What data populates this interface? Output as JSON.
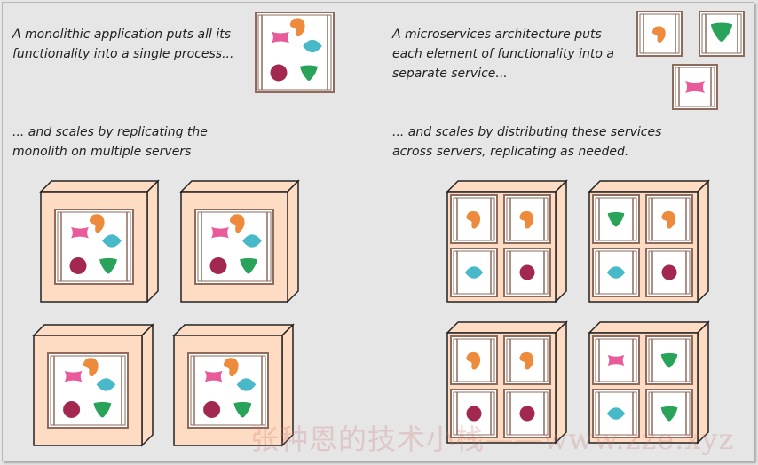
{
  "captions": {
    "monolith_process": "A monolithic application puts all its\nfunctionality into a single process...",
    "monolith_scale": "... and scales by replicating the\nmonolith on multiple servers",
    "micro_process": "A microservices architecture puts\neach element of functionality into a\nseparate service...",
    "micro_scale": "... and scales by distributing these services\nacross servers, replicating as needed."
  },
  "watermark": "张种恩的技术小栈——www.zze.xyz",
  "colors": {
    "background": "#e6e6e6",
    "server_face": "#fddcc3",
    "server_edge": "#222222",
    "frame_brown": "#8e6b5c",
    "pink": "#e85a9a",
    "orange": "#ee8a3c",
    "cyan": "#47b9c8",
    "maroon": "#a3284f",
    "green": "#2aa35a"
  },
  "icons": [
    "pink-bowtie-icon",
    "orange-blob-icon",
    "cyan-diamond-icon",
    "maroon-circle-icon",
    "green-triangle-icon"
  ]
}
